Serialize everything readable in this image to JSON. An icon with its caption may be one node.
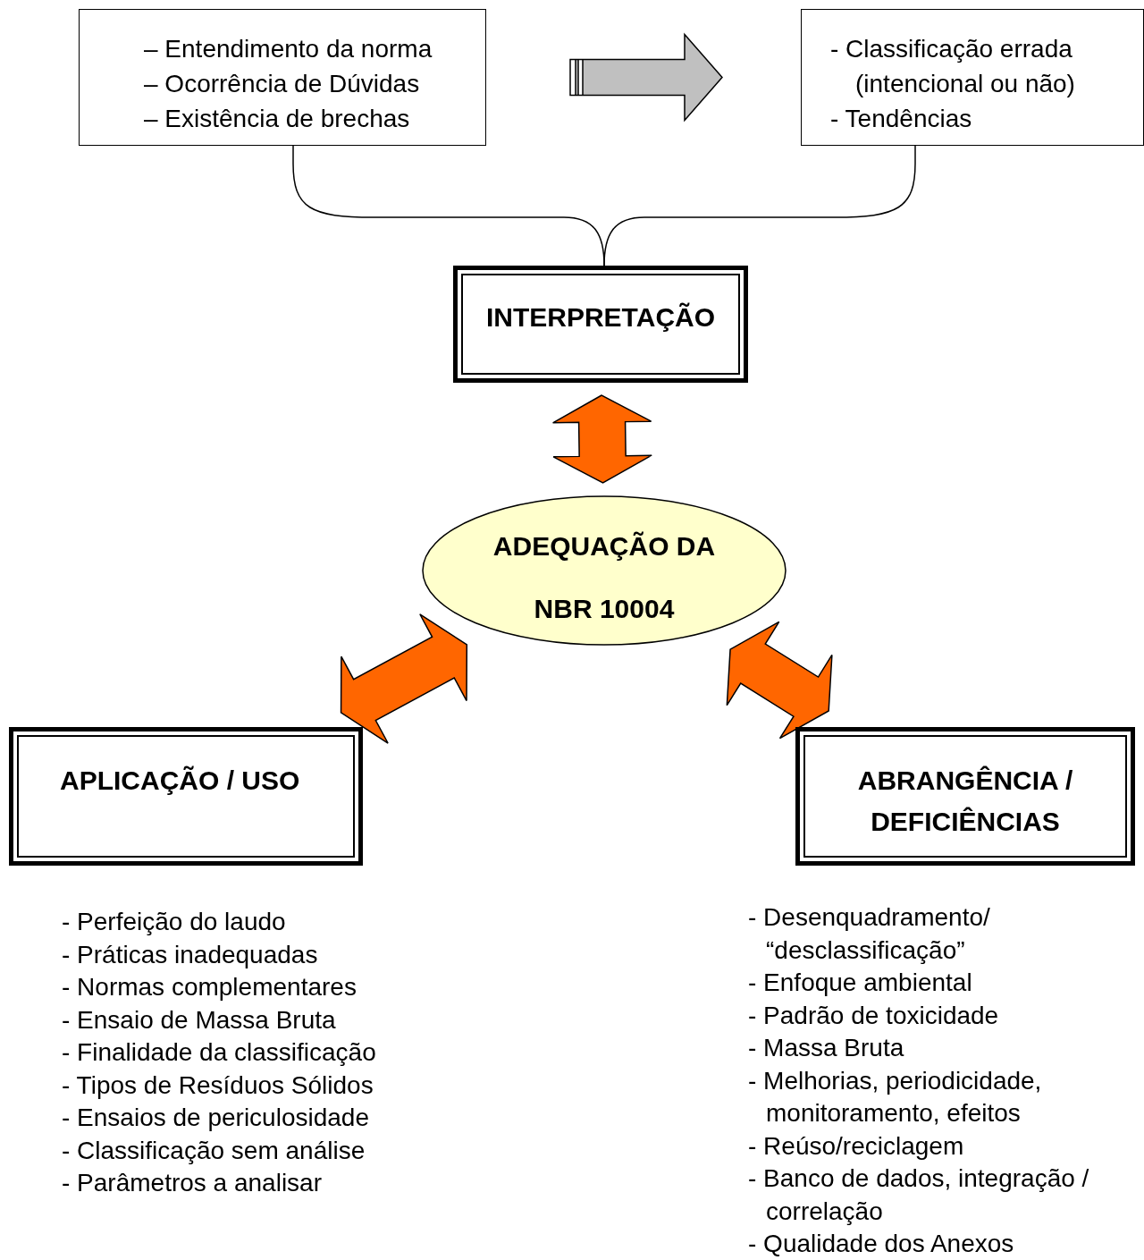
{
  "diagram": {
    "nodes": [
      {
        "text": [
          "– Entendimento da norma",
          "– Ocorrência de Dúvidas",
          "– Existência de brechas"
        ]
      },
      {
        "text": [
          "- Classificação errada (intencional ou não)",
          "- Tendências"
        ]
      },
      {
        "text": [
          "INTERPRETAÇÃO"
        ]
      },
      {
        "text": [
          "ADEQUAÇÃO DA NBR 10004"
        ]
      },
      {
        "text": [
          "APLICAÇÃO / USO"
        ],
        "beside": [
          "- Perfeição do laudo",
          "- Práticas inadequadas",
          "- Normas complementares",
          "- Ensaio de Massa Bruta",
          "- Finalidade da classificação",
          "- Tipos de Resíduos Sólidos",
          "- Ensaios de periculosidade",
          "- Classificação sem análise",
          "- Parâmetros a analisar"
        ]
      },
      {
        "text": [
          "ABRANGÊNCIA / DEFICIÊNCIAS"
        ],
        "beside": [
          "- Desenquadramento/ “desclassificação”",
          "- Enfoque ambiental",
          "- Padrão de toxicidade",
          "- Massa Bruta",
          "- Melhorias, periodicidade, monitoramento, efeitos",
          "- Reúso/reciclagem",
          "- Banco de dados, integração / correlação",
          "- Qualidade dos Anexos"
        ]
      }
    ],
    "edges": [
      {
        "from": 0,
        "to": 1,
        "arrow": "to",
        "color": "#c0c0c0"
      },
      {
        "from": 0,
        "to": 2,
        "arrow": "none",
        "color": "#000000"
      },
      {
        "from": 1,
        "to": 2,
        "arrow": "none",
        "color": "#000000"
      },
      {
        "from": 2,
        "to": 3,
        "arrow": "both"
      },
      {
        "from": 3,
        "to": 4,
        "arrow": "both"
      },
      {
        "from": 3,
        "to": 5,
        "arrow": "both"
      }
    ]
  }
}
